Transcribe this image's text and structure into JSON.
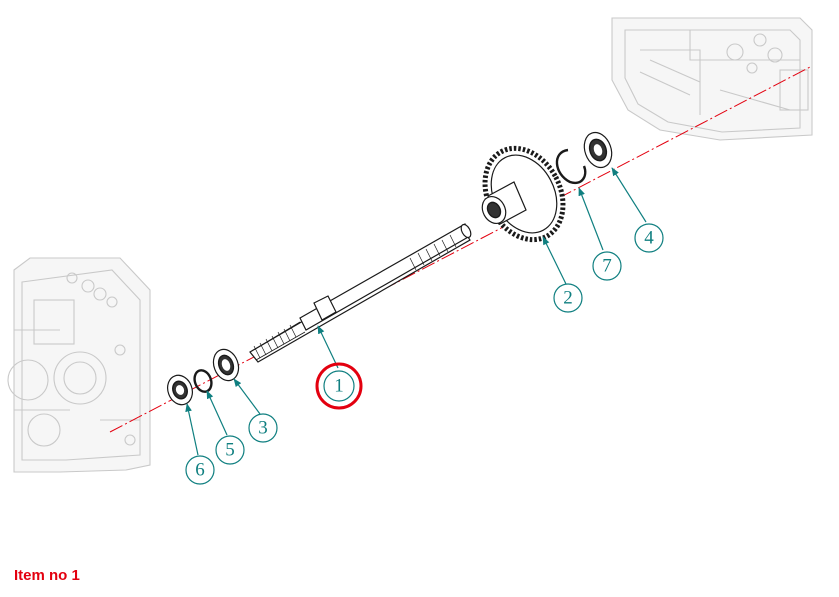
{
  "diagram": {
    "callouts": [
      {
        "number": "1",
        "highlighted": true
      },
      {
        "number": "2"
      },
      {
        "number": "3"
      },
      {
        "number": "4"
      },
      {
        "number": "5"
      },
      {
        "number": "6"
      },
      {
        "number": "7"
      }
    ]
  },
  "selection": {
    "label": "Item no 1",
    "highlight_color": "#e3000f"
  },
  "colors": {
    "callout": "#0f7f80",
    "axis": "#e3000f",
    "parts": "#1a1a1a",
    "housing": "#c9c9c9"
  }
}
